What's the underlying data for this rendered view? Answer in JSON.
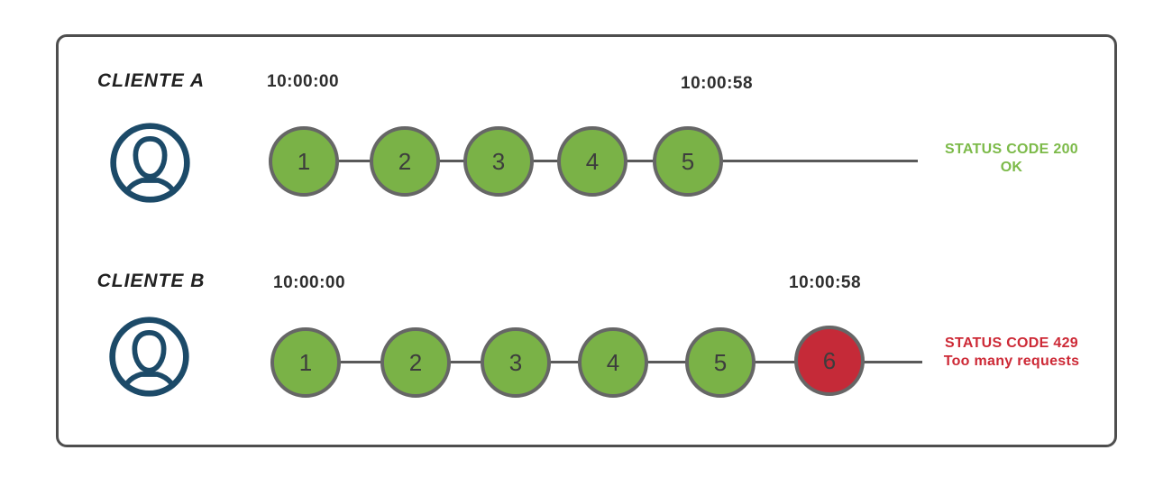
{
  "colors": {
    "green": "#7ab247",
    "red": "#c52a38",
    "status_green": "#7cba49",
    "status_red": "#cd2936",
    "avatar_blue": "#1c4a68",
    "line_gray": "#595959",
    "circle_border": "#666666",
    "frame_border": "#4e4e4e",
    "timestamp_dark": "#2e2e2e",
    "label_dark": "#212121",
    "number_dark": "#3d3d3d"
  },
  "rows": [
    {
      "client_label": "CLIENTE A",
      "start_time": "10:00:00",
      "end_time": "10:00:58",
      "requests": [
        "1",
        "2",
        "3",
        "4",
        "5"
      ],
      "status_line1": "STATUS CODE 200",
      "status_line2": "OK"
    },
    {
      "client_label": "CLIENTE B",
      "start_time": "10:00:00",
      "end_time": "10:00:58",
      "requests": [
        "1",
        "2",
        "3",
        "4",
        "5",
        "6"
      ],
      "status_line1": "STATUS CODE 429",
      "status_line2": "Too many requests"
    }
  ],
  "icons": {
    "avatar": "user-avatar"
  }
}
